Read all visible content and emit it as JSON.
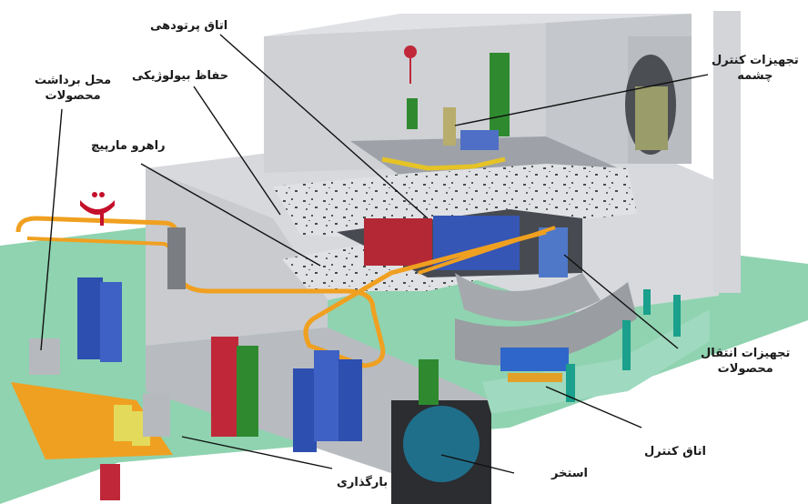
{
  "labels": {
    "operations_room": "اتاق پرتودهی",
    "biological_shield": "حفاظ بیولوژیکی",
    "spiral_passage": "راهرو مارپیچ",
    "product_unloading_1": "محل برداشت",
    "product_unloading_2": "محصولات",
    "source_control_1": "تجهیزات کنترل",
    "source_control_2": "چشمه",
    "product_transfer_1": "تجهیزات انتقال",
    "product_transfer_2": "محصولات",
    "control_room": "اتاق کنترل",
    "pool": "استخر",
    "loading": "بارگذاری"
  },
  "colors": {
    "concrete": "#d4d6da",
    "concrete_dark": "#a9acb1",
    "floor": "#8fd3b0",
    "conveyor": "#f0a020",
    "rack_blue": "#2d4fb0",
    "rack_red": "#c0283a",
    "logo": "#c4102b",
    "pool_water": "#1f6f8b"
  },
  "icons": {
    "logo": "brand-logo-icon"
  }
}
